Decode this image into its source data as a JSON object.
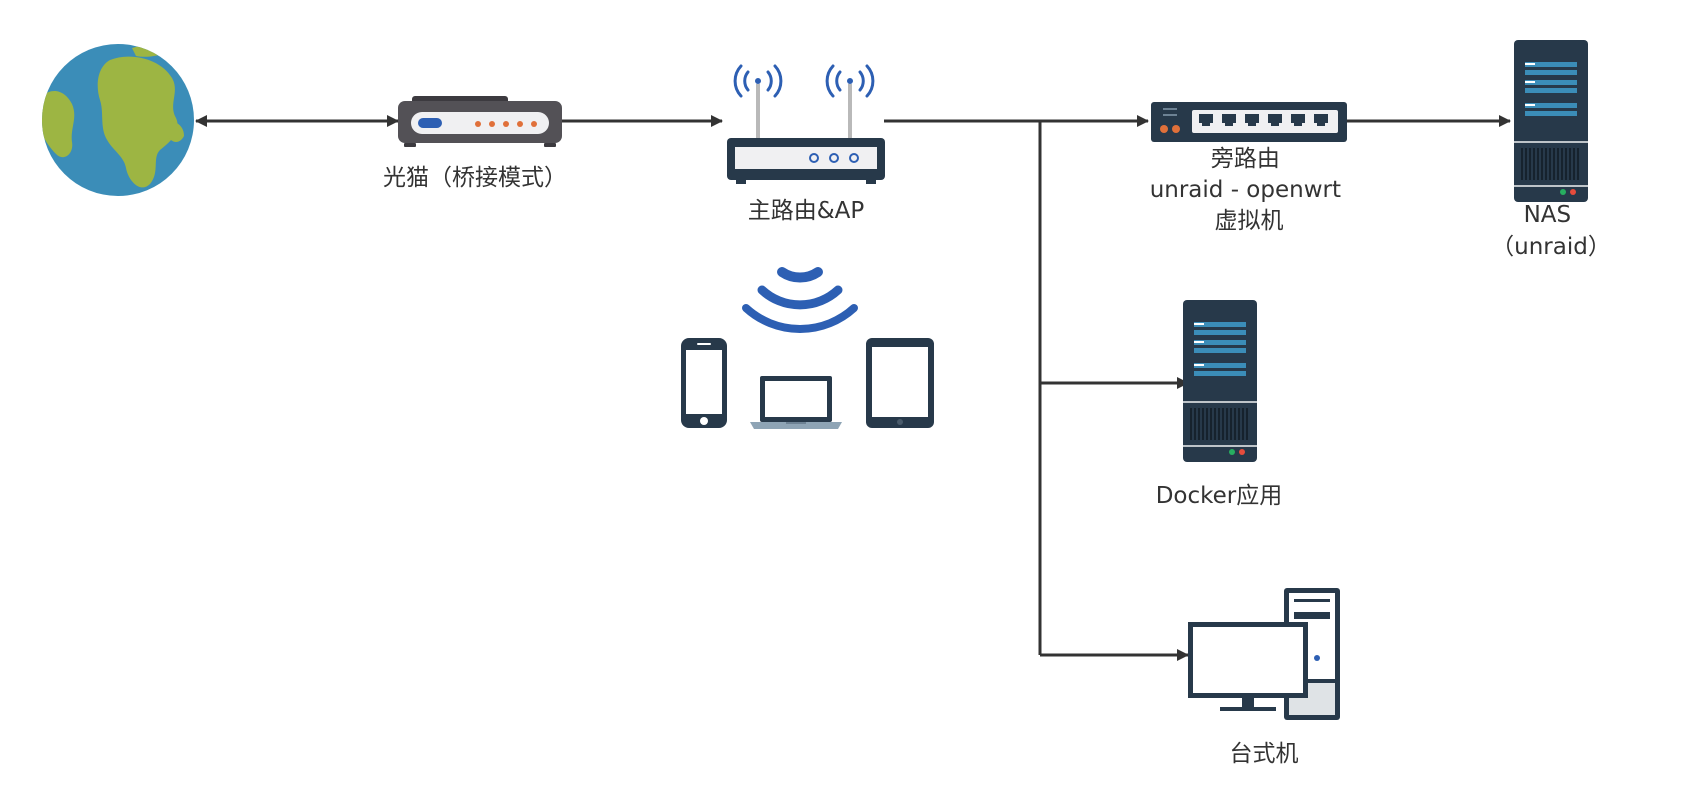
{
  "nodes": {
    "internet": {
      "icon": "globe-icon"
    },
    "modem": {
      "icon": "modem-icon",
      "label": "光猫（桥接模式）"
    },
    "main_router": {
      "icon": "wifi-router-icon",
      "label": "主路由&AP"
    },
    "side_router": {
      "icon": "network-switch-icon",
      "label_lines": [
        "旁路由",
        "unraid - openwrt",
        "虚拟机"
      ]
    },
    "nas": {
      "icon": "server-icon",
      "label_lines": [
        "NAS",
        "（unraid）"
      ]
    },
    "docker": {
      "icon": "server-icon",
      "label": "Docker应用"
    },
    "desktop": {
      "icon": "desktop-computer-icon",
      "label": "台式机"
    },
    "wireless_clients": {
      "icons": [
        "wifi-signal-icon",
        "smartphone-icon",
        "laptop-icon",
        "tablet-icon"
      ]
    }
  },
  "edges": [
    {
      "from": "internet",
      "to": "modem",
      "direction": "both"
    },
    {
      "from": "modem",
      "to": "main_router",
      "direction": "forward"
    },
    {
      "from": "main_router",
      "to": "side_router",
      "direction": "forward"
    },
    {
      "from": "side_router",
      "to": "nas",
      "direction": "forward"
    },
    {
      "from": "main_router",
      "to": "docker",
      "direction": "forward"
    },
    {
      "from": "main_router",
      "to": "desktop",
      "direction": "forward"
    }
  ],
  "colors": {
    "ocean": "#3b8db8",
    "land": "#9db543",
    "device_dark": "#27394a",
    "wifi_blue": "#2d5fb3",
    "modem_gray": "#535156",
    "led_orange": "#e0703a",
    "line": "#333333"
  }
}
